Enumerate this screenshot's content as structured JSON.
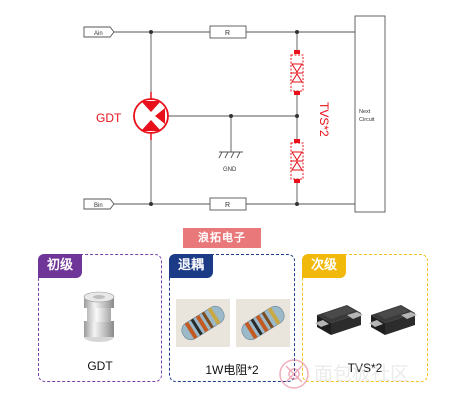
{
  "schematic": {
    "port_a": "Ain",
    "port_b": "Bin",
    "resistor_top": "R",
    "resistor_bottom": "R",
    "gdt_label": "GDT",
    "tvs_label": "TVS*2",
    "gnd_label": "GND",
    "next_circuit": [
      "Next",
      "Circuit"
    ]
  },
  "brand": "浪拓电子",
  "stages": [
    {
      "tag": "初级",
      "caption": "GDT"
    },
    {
      "tag": "退耦",
      "caption": "1W电阻*2"
    },
    {
      "tag": "次级",
      "caption": "TVS*2"
    }
  ],
  "watermark": {
    "text": "面包板社区"
  },
  "colors": {
    "wire": "#555555",
    "accent_red": "#e8111b",
    "stage1": "#6f3598",
    "stage2": "#1b3b86",
    "stage3": "#f2b90d",
    "brand_bg": "#e9787b"
  }
}
